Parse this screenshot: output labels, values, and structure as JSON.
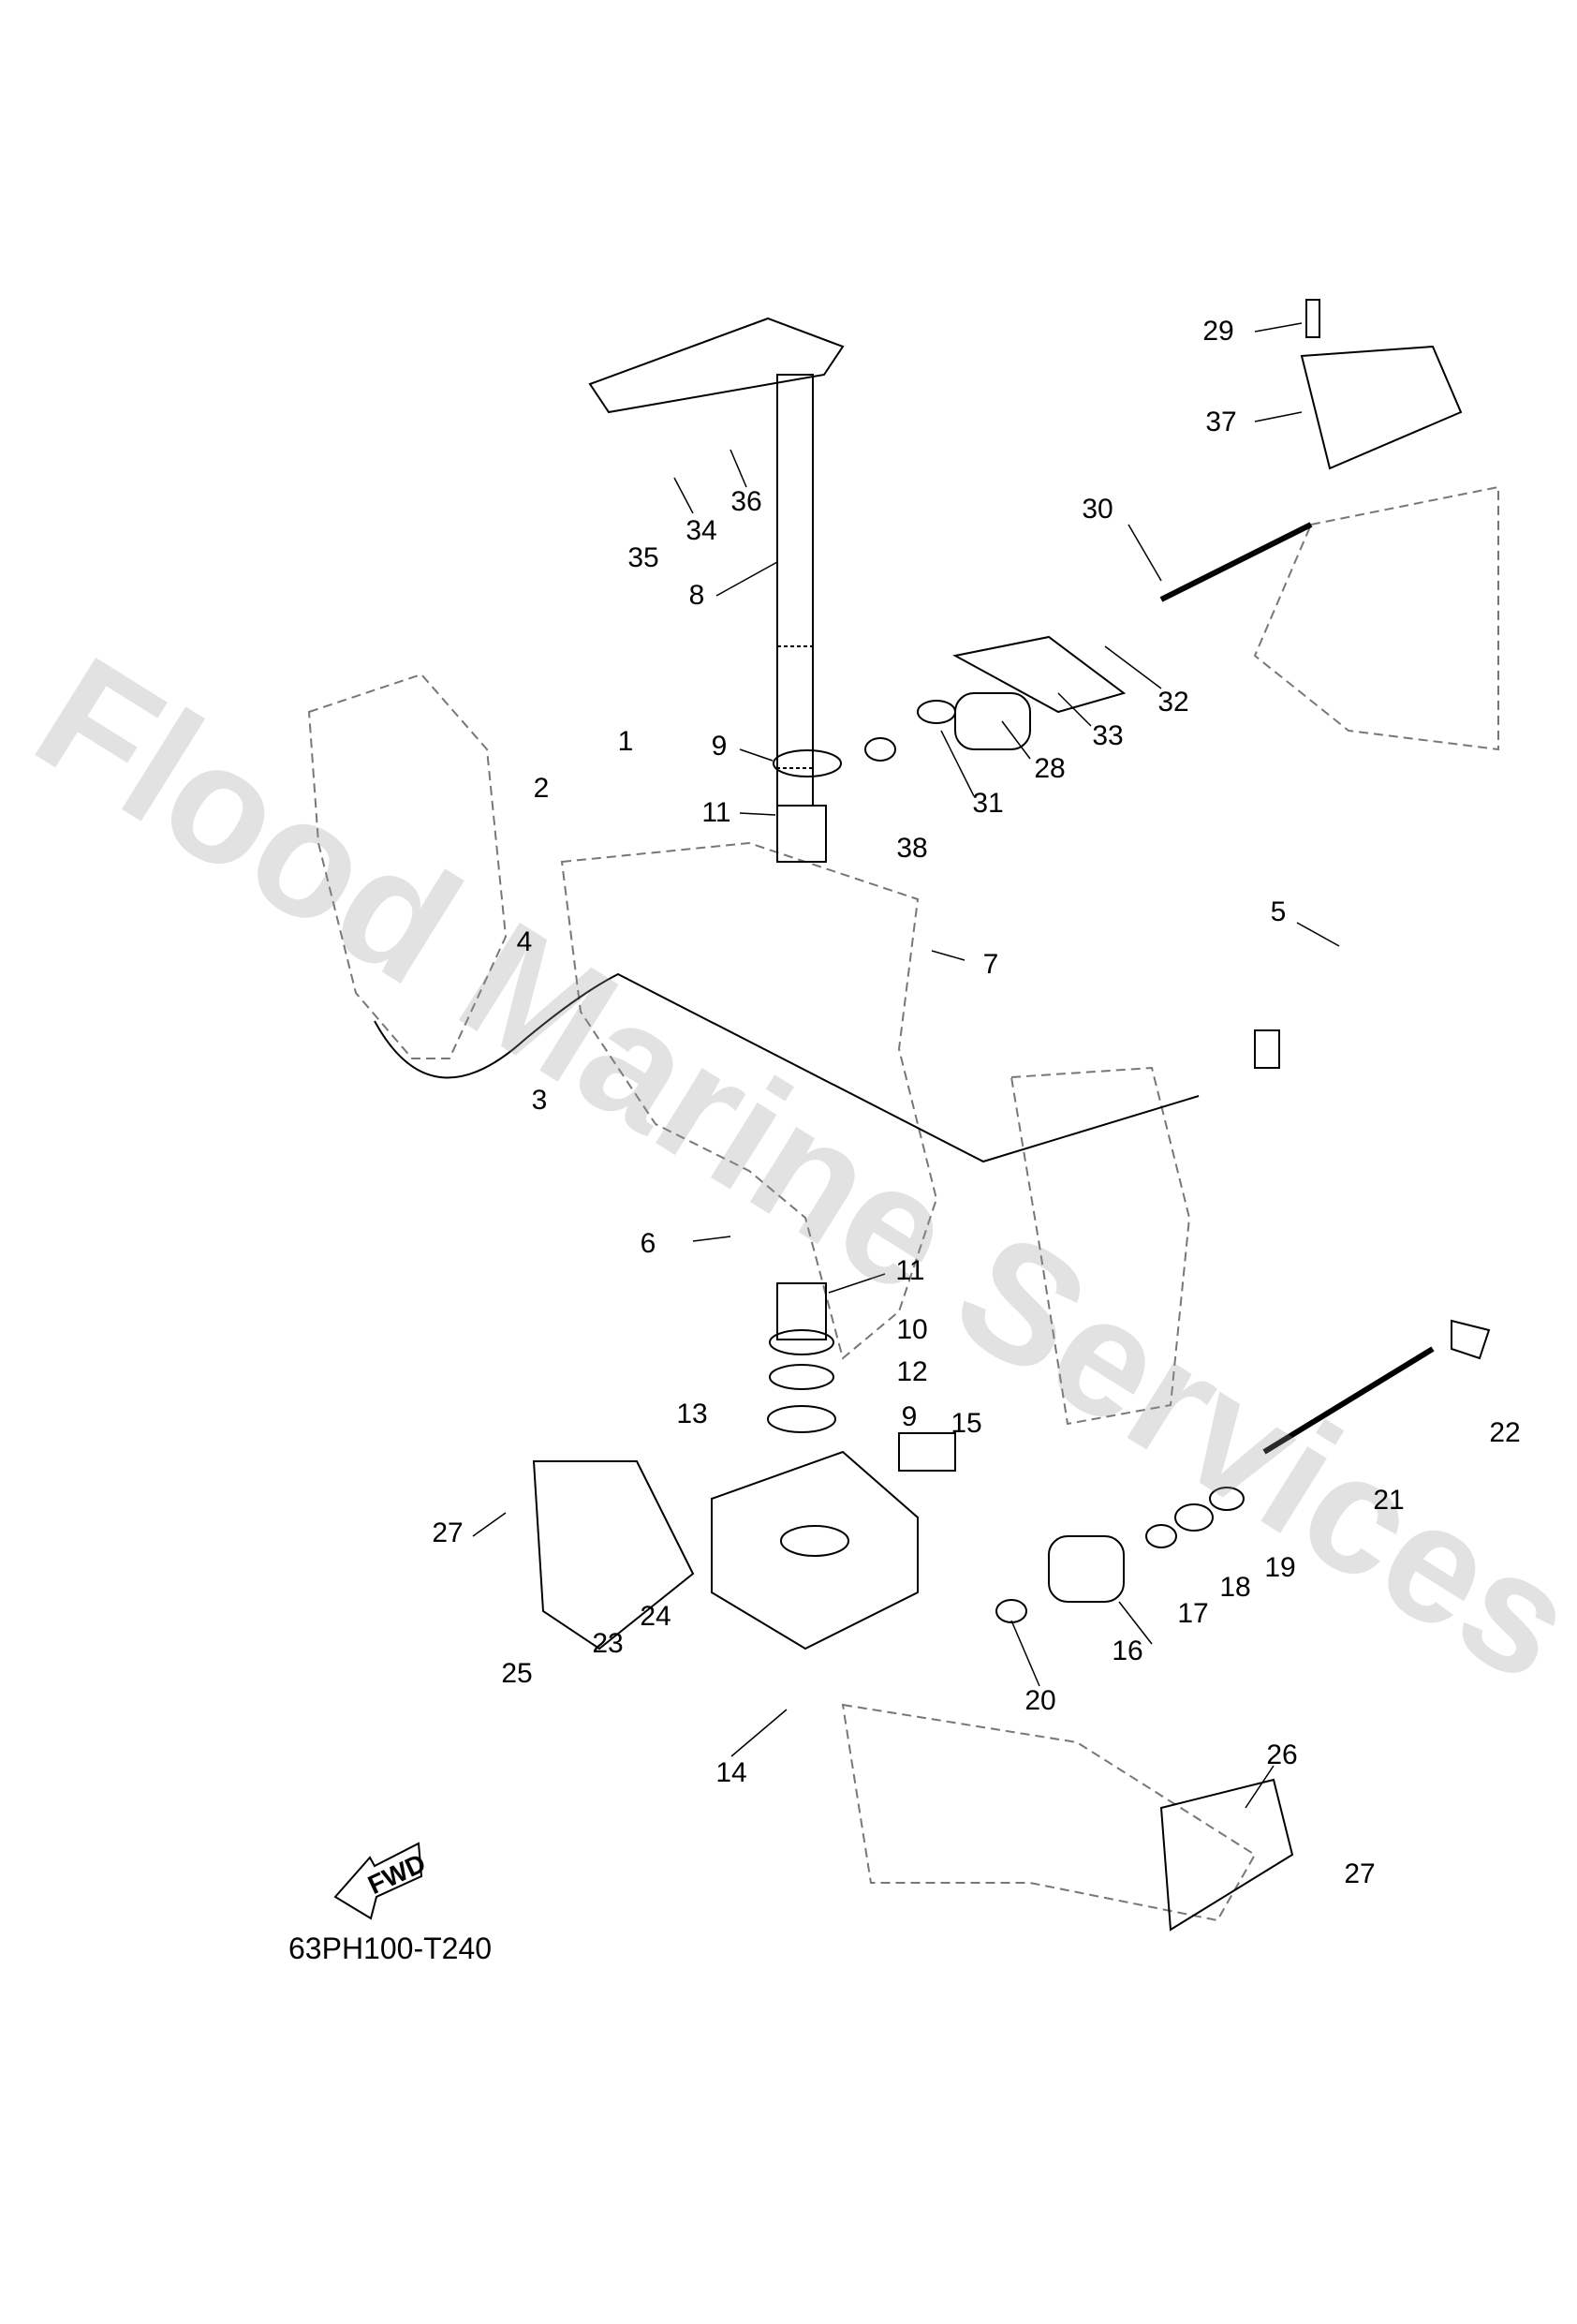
{
  "diagram": {
    "callouts": [
      "29",
      "37",
      "30",
      "36",
      "34",
      "35",
      "8",
      "32",
      "33",
      "28",
      "9",
      "1",
      "31",
      "2",
      "11",
      "38",
      "5",
      "7",
      "4",
      "3",
      "6",
      "11",
      "10",
      "12",
      "9",
      "13",
      "15",
      "22",
      "21",
      "27",
      "19",
      "18",
      "17",
      "24",
      "23",
      "25",
      "16",
      "20",
      "14",
      "26",
      "27"
    ],
    "direction_label": "FWD",
    "diagram_code": "63PH100-T240",
    "watermark": "Flood Marine Services"
  }
}
